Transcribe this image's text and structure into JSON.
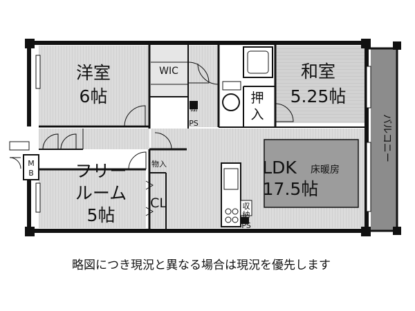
{
  "rooms": {
    "western": {
      "name": "洋室",
      "size": "6帖"
    },
    "wic": "WIC",
    "japanese": {
      "name": "和室",
      "size": "5.25帖"
    },
    "oshiire": {
      "top": "押",
      "bottom": "入"
    },
    "tana": "棚",
    "ps_upper": "PS",
    "mb": {
      "top": "M",
      "bottom": "B"
    },
    "free_room": {
      "line1": "フリー",
      "line2": "ルーム",
      "size": "5帖"
    },
    "monoire": "物入",
    "cl": "CL",
    "ldk": {
      "name": "LDK",
      "heating": "床暖房",
      "size": "17.5帖"
    },
    "shuno": {
      "top": "収",
      "bottom": "納"
    },
    "ps_lower": "PS",
    "balcony": "バルコニー"
  },
  "note": "略図につき現況と異なる場合は現況を優先します",
  "colors": {
    "wall": "#111111",
    "balcony": "#8a8a8a",
    "heated_floor": "#9a9a9a",
    "floor": "#d9d9d9",
    "tatami": "#cfcfcf"
  }
}
